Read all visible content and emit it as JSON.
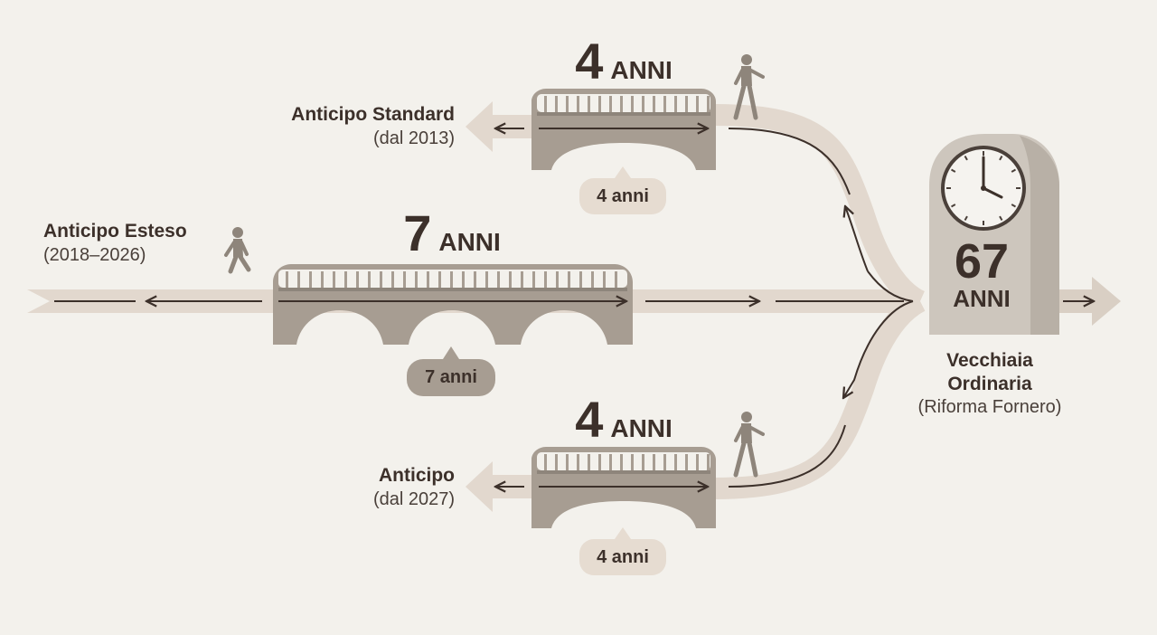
{
  "paths": {
    "standard": {
      "title": "Anticipo Standard",
      "period": "(dal 2013)",
      "years_number": "4",
      "years_word": "ANNI",
      "badge": "4 anni"
    },
    "esteso": {
      "title": "Anticipo Esteso",
      "period": "(2018–2026)",
      "years_number": "7",
      "years_word": "ANNI",
      "badge": "7 anni"
    },
    "anticipo": {
      "title": "Anticipo",
      "period": "(dal 2027)",
      "years_number": "4",
      "years_word": "ANNI",
      "badge": "4 anni"
    }
  },
  "milestone": {
    "age_number": "67",
    "age_word": "ANNI",
    "title_line1": "Vecchiaia",
    "title_line2": "Ordinaria",
    "subtitle": "(Riforma Fornero)"
  },
  "icons": [
    "walking-person-icon",
    "clock-icon",
    "bridge-icon",
    "arrow-icon"
  ],
  "colors": {
    "background": "#f3f1ec",
    "road": "#e2d8ce",
    "bridge": "#a79d92",
    "bridge_dark": "#8e857b",
    "badge_light": "#e6dcd1",
    "badge_dark": "#a79d92",
    "text": "#3c302a",
    "tower": "#cdc6bd"
  }
}
